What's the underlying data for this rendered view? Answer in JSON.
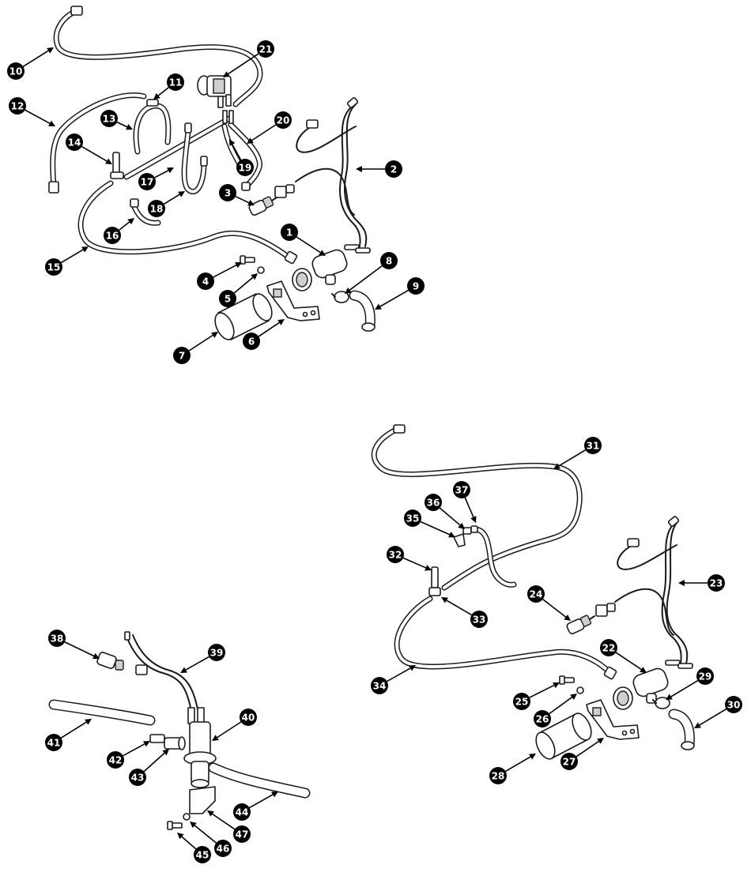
{
  "diagram": {
    "callouts": [
      {
        "id": "1",
        "label": "1"
      },
      {
        "id": "2",
        "label": "2"
      },
      {
        "id": "3",
        "label": "3"
      },
      {
        "id": "4",
        "label": "4"
      },
      {
        "id": "5",
        "label": "5"
      },
      {
        "id": "6",
        "label": "6"
      },
      {
        "id": "7",
        "label": "7"
      },
      {
        "id": "8",
        "label": "8"
      },
      {
        "id": "9",
        "label": "9"
      },
      {
        "id": "10",
        "label": "10"
      },
      {
        "id": "11",
        "label": "11"
      },
      {
        "id": "12",
        "label": "12"
      },
      {
        "id": "13",
        "label": "13"
      },
      {
        "id": "14",
        "label": "14"
      },
      {
        "id": "15",
        "label": "15"
      },
      {
        "id": "16",
        "label": "16"
      },
      {
        "id": "17",
        "label": "17"
      },
      {
        "id": "18",
        "label": "18"
      },
      {
        "id": "19",
        "label": "19"
      },
      {
        "id": "20",
        "label": "20"
      },
      {
        "id": "21",
        "label": "21"
      },
      {
        "id": "22",
        "label": "22"
      },
      {
        "id": "23",
        "label": "23"
      },
      {
        "id": "24",
        "label": "24"
      },
      {
        "id": "25",
        "label": "25"
      },
      {
        "id": "26",
        "label": "26"
      },
      {
        "id": "27",
        "label": "27"
      },
      {
        "id": "28",
        "label": "28"
      },
      {
        "id": "29",
        "label": "29"
      },
      {
        "id": "30",
        "label": "30"
      },
      {
        "id": "31",
        "label": "31"
      },
      {
        "id": "32",
        "label": "32"
      },
      {
        "id": "33",
        "label": "33"
      },
      {
        "id": "34",
        "label": "34"
      },
      {
        "id": "35",
        "label": "35"
      },
      {
        "id": "36",
        "label": "36"
      },
      {
        "id": "37",
        "label": "37"
      },
      {
        "id": "38",
        "label": "38"
      },
      {
        "id": "39",
        "label": "39"
      },
      {
        "id": "40",
        "label": "40"
      },
      {
        "id": "41",
        "label": "41"
      },
      {
        "id": "42",
        "label": "42"
      },
      {
        "id": "43",
        "label": "43"
      },
      {
        "id": "44",
        "label": "44"
      },
      {
        "id": "45",
        "label": "45"
      },
      {
        "id": "46",
        "label": "46"
      },
      {
        "id": "47",
        "label": "47"
      }
    ]
  }
}
